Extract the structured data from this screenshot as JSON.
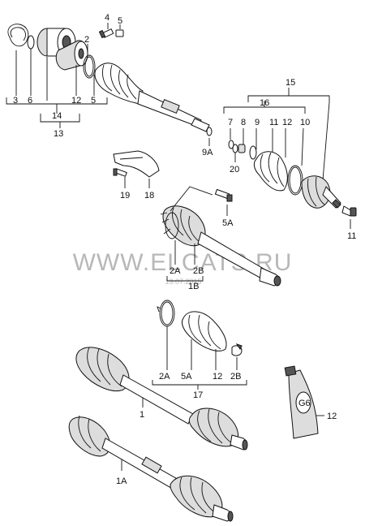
{
  "watermark": "WWW.ELCATS.RU",
  "watermark_date": "13.07.2015",
  "labels": {
    "p1": "1",
    "p1A": "1A",
    "p2": "2",
    "p2A": "2A",
    "p2B": "2B",
    "p3": "3",
    "p4": "4",
    "p5": "5",
    "p5A": "5A",
    "p6": "6",
    "p7": "7",
    "p8": "8",
    "p9": "9",
    "p9A": "9A",
    "p10": "10",
    "p11": "11",
    "p12": "12",
    "p13": "13",
    "p14": "14",
    "p15": "15",
    "p16": "16",
    "p17": "17",
    "p18": "18",
    "p19": "19",
    "p20": "20",
    "p1B": "1B"
  },
  "grease_tube_text": "G6"
}
